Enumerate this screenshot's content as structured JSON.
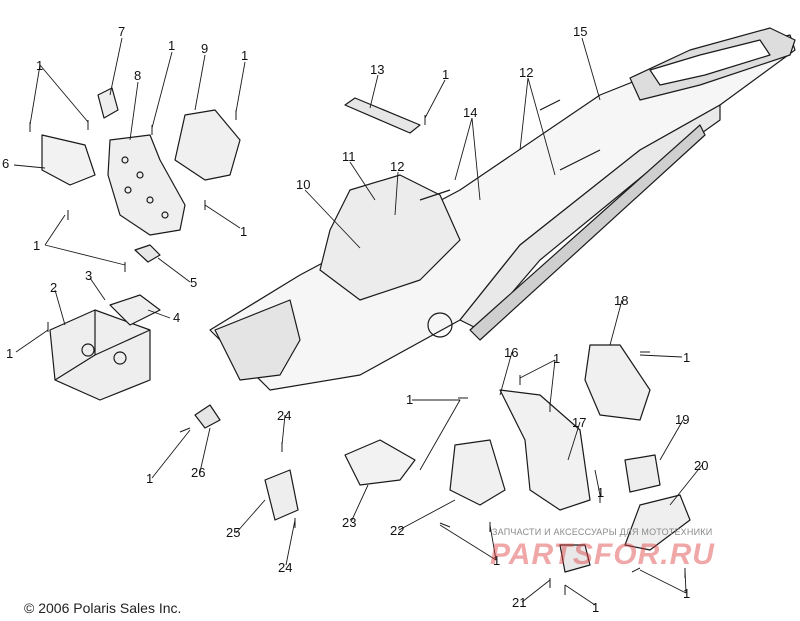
{
  "callouts": [
    {
      "id": "c1a",
      "label": "1"
    },
    {
      "id": "c7",
      "label": "7"
    },
    {
      "id": "c1b",
      "label": "1"
    },
    {
      "id": "c9",
      "label": "9"
    },
    {
      "id": "c1c",
      "label": "1"
    },
    {
      "id": "c8",
      "label": "8"
    },
    {
      "id": "c6",
      "label": "6"
    },
    {
      "id": "c1d",
      "label": "1"
    },
    {
      "id": "c1e",
      "label": "1"
    },
    {
      "id": "c5",
      "label": "5"
    },
    {
      "id": "c2",
      "label": "2"
    },
    {
      "id": "c3",
      "label": "3"
    },
    {
      "id": "c4",
      "label": "4"
    },
    {
      "id": "c1f",
      "label": "1"
    },
    {
      "id": "c13",
      "label": "13"
    },
    {
      "id": "c1g",
      "label": "1"
    },
    {
      "id": "c15",
      "label": "15"
    },
    {
      "id": "c12a",
      "label": "12"
    },
    {
      "id": "c14",
      "label": "14"
    },
    {
      "id": "c11",
      "label": "11"
    },
    {
      "id": "c12b",
      "label": "12"
    },
    {
      "id": "c10",
      "label": "10"
    },
    {
      "id": "c18",
      "label": "18"
    },
    {
      "id": "c1h",
      "label": "1"
    },
    {
      "id": "c16",
      "label": "16"
    },
    {
      "id": "c1i",
      "label": "1"
    },
    {
      "id": "c1j",
      "label": "1"
    },
    {
      "id": "c17",
      "label": "17"
    },
    {
      "id": "c19",
      "label": "19"
    },
    {
      "id": "c1k",
      "label": "1"
    },
    {
      "id": "c20",
      "label": "20"
    },
    {
      "id": "c24a",
      "label": "24"
    },
    {
      "id": "c1l",
      "label": "1"
    },
    {
      "id": "c26",
      "label": "26"
    },
    {
      "id": "c25",
      "label": "25"
    },
    {
      "id": "c24b",
      "label": "24"
    },
    {
      "id": "c23",
      "label": "23"
    },
    {
      "id": "c22",
      "label": "22"
    },
    {
      "id": "c1m",
      "label": "1"
    },
    {
      "id": "c21",
      "label": "21"
    },
    {
      "id": "c1n",
      "label": "1"
    },
    {
      "id": "c1o",
      "label": "1"
    }
  ],
  "copyright": "© 2006 Polaris Sales Inc.",
  "watermark": {
    "tagline": "ЗАПЧАСТИ И АКСЕССУАРЫ ДЛЯ МОТОТЕХНИКИ",
    "logo": "PARTSFOR.RU"
  },
  "colors": {
    "line": "#1a1a1a",
    "watermark": "#dc3c3c"
  }
}
